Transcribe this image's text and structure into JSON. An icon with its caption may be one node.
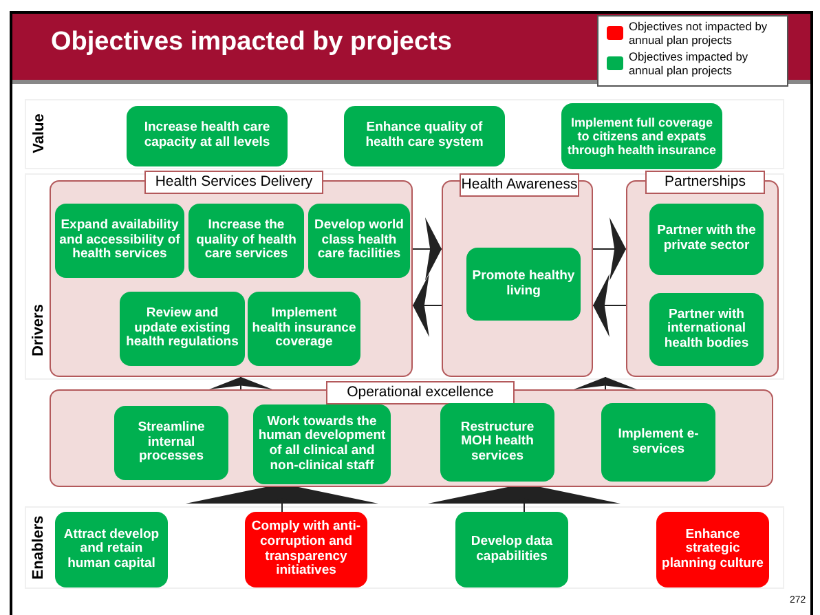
{
  "diagram": {
    "title": "Objectives impacted by projects",
    "nodes": [
      {
        "text": [
          "Increase health care capacity at all levels"
        ]
      },
      {
        "text": [
          "Enhance quality of health care system"
        ]
      },
      {
        "text": [
          "Implement full coverage to citizens and expats through health insurance"
        ]
      },
      {
        "text": [
          "Health Services Delivery"
        ]
      },
      {
        "text": [
          "Expand availability and accessibility of health services"
        ],
        "in": 3
      },
      {
        "text": [
          "Increase the quality of health care services"
        ],
        "in": 3
      },
      {
        "text": [
          "Develop world class health care facilities"
        ],
        "in": 3
      },
      {
        "text": [
          "Review and update existing health regulations"
        ],
        "in": 3
      },
      {
        "text": [
          "Implement health insurance coverage"
        ],
        "in": 3
      },
      {
        "text": [
          "Health Awareness"
        ]
      },
      {
        "text": [
          "Promote healthy living"
        ],
        "in": 9
      },
      {
        "text": [
          "Partnerships"
        ]
      },
      {
        "text": [
          "Partner with the private sector"
        ],
        "in": 11
      },
      {
        "text": [
          "Partner with international health bodies"
        ],
        "in": 11
      },
      {
        "text": [
          "Operational excellence"
        ]
      },
      {
        "text": [
          "Streamline internal processes"
        ],
        "in": 14
      },
      {
        "text": [
          "Work towards the human development of all clinical and non-clinical staff"
        ],
        "in": 14
      },
      {
        "text": [
          "Restructure MOH health services"
        ],
        "in": 14
      },
      {
        "text": [
          "Implement e-services"
        ],
        "in": 14
      },
      {
        "text": [
          "Attract develop and retain human capital"
        ]
      },
      {
        "text": [
          "Comply with anti-corruption and transparency initiatives"
        ]
      },
      {
        "text": [
          "Develop data capabilities"
        ]
      },
      {
        "text": [
          "Enhance strategic planning culture"
        ]
      }
    ],
    "edges": [
      {
        "from": 3,
        "to": 9,
        "arrow": "to"
      },
      {
        "from": 9,
        "to": 3,
        "arrow": "to"
      },
      {
        "from": 9,
        "to": 11,
        "arrow": "to"
      },
      {
        "from": 11,
        "to": 9,
        "arrow": "to"
      },
      {
        "from": 14,
        "to": 3,
        "arrow": "to"
      },
      {
        "from": 14,
        "to": 11,
        "arrow": "to"
      },
      {
        "from": 20,
        "to": 14,
        "arrow": "to"
      },
      {
        "from": 21,
        "to": 14,
        "arrow": "to"
      }
    ],
    "labels": [
      "Value",
      "Drivers",
      "Enablers",
      "272"
    ],
    "legend": [
      {
        "text": "Objectives not impacted by annual plan projects",
        "color": "#ff0000"
      },
      {
        "text": "Objectives impacted by annual plan projects",
        "color": "#00b050"
      }
    ]
  }
}
